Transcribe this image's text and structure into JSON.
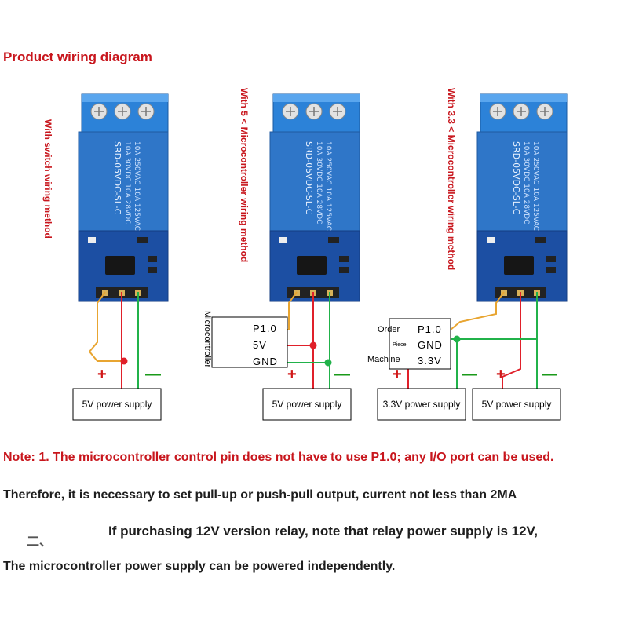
{
  "title": "Product wiring diagram",
  "methods": [
    "With switch wiring method",
    "With 5 < Microcontroller wiring method",
    "With 3.3 < Microcontroller wiring method"
  ],
  "relay_markings": {
    "line1": "10A 250VAC  10A 125VAC",
    "line2": "10A 30VDC  10A 28VDC",
    "model": "SRD-05VDC-SL-C"
  },
  "power_supplies": [
    "5V power supply",
    "5V power supply",
    "3.3V power supply",
    "5V power supply"
  ],
  "mcu1": {
    "label": "Microcontroller",
    "pins": [
      "P1.0",
      "5V",
      "GND"
    ]
  },
  "mcu2": {
    "label_top": "Order",
    "label_mid": "Piece",
    "label_bottom": "Machine",
    "pins": [
      "P1.0",
      "GND",
      "3.3V"
    ]
  },
  "signs": {
    "plus": "+",
    "minus": "—"
  },
  "notes": {
    "note1": "Note: 1. The microcontroller control pin does not have to use P1.0; any I/O port can be used.",
    "note2": "Therefore, it is necessary to set pull-up or push-pull output, current not less than 2MA",
    "note3_marker": "二、",
    "note3": "If purchasing 12V version relay, note that relay power supply is 12V,",
    "note4": "The microcontroller power supply can be powered independently."
  },
  "colors": {
    "title_red": "#c8161d",
    "relay_blue": "#2f76c8",
    "pcb_blue": "#1c4fa3",
    "wire_orange": "#e8a531",
    "wire_red": "#e0202a",
    "wire_green": "#21b24a"
  }
}
